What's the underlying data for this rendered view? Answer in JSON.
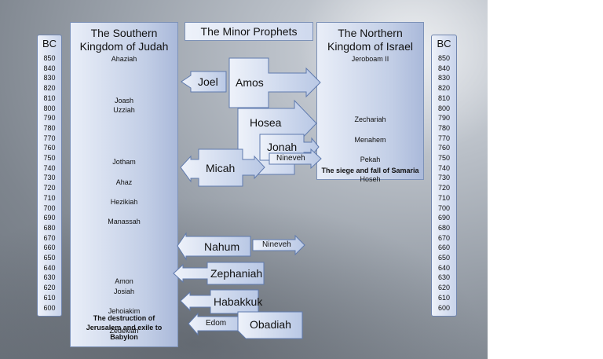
{
  "header": {
    "title": "The Minor Prophets"
  },
  "south": {
    "title_line1": "The Southern",
    "title_line2": "Kingdom of Judah",
    "rulers": [
      "Ahaziah",
      "Joash",
      "Uzziah",
      "Jotham",
      "Ahaz",
      "Hezikiah",
      "Manassah",
      "Amon",
      "Josiah",
      "Jehoiakim",
      "Zedekiah"
    ],
    "event_line1": "The destruction of",
    "event_line2": "Jerusalem and exile to",
    "event_line3": "Babylon"
  },
  "north": {
    "title_line1": "The Northern",
    "title_line2": "Kingdom of Israel",
    "rulers": [
      "Jeroboam II",
      "Zechariah",
      "Menahem",
      "Pekah",
      "Hoseh"
    ],
    "event": "The siege and fall of Samaria"
  },
  "timeline": {
    "label": "BC",
    "years": [
      "850",
      "840",
      "830",
      "820",
      "810",
      "800",
      "790",
      "780",
      "770",
      "760",
      "750",
      "740",
      "730",
      "720",
      "710",
      "700",
      "690",
      "680",
      "670",
      "660",
      "650",
      "640",
      "630",
      "620",
      "610",
      "600"
    ]
  },
  "prophets": {
    "joel": "Joel",
    "amos": "Amos",
    "hosea": "Hosea",
    "jonah": "Jonah",
    "micah": "Micah",
    "nahum": "Nahum",
    "zephaniah": "Zephaniah",
    "habakkuk": "Habakkuk",
    "obadiah": "Obadiah"
  },
  "targets": {
    "nineveh_jonah": "Nineveh",
    "nineveh_nahum": "Nineveh",
    "edom": "Edom"
  },
  "colors": {
    "arrow_fill": "#c7d4ec",
    "arrow_stroke": "#5f7aae",
    "panel_border": "#7d92b8"
  }
}
